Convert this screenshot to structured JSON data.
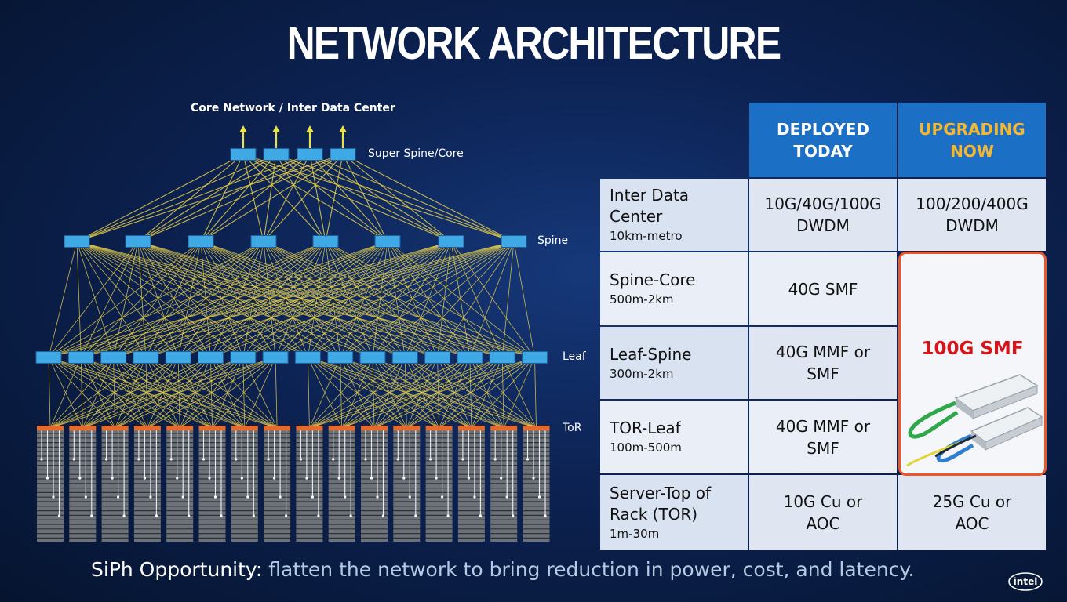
{
  "title": "NETWORK ARCHITECTURE",
  "diagram": {
    "core_label": "Core Network / Inter Data Center",
    "super_spine_label": "Super Spine/Core",
    "spine_label": "Spine",
    "leaf_label": "Leaf",
    "tor_label": "ToR",
    "colors": {
      "link": "#e7cf4a",
      "switch": "#3fa9e6",
      "tor_top": "#e56a2b",
      "arrow": "#e8e24a"
    }
  },
  "table": {
    "headers": [
      "DEPLOYED TODAY",
      "UPGRADING NOW"
    ],
    "rows": [
      {
        "name": "Inter Data Center",
        "distance": "10km-metro",
        "deployed": "10G/40G/100G DWDM",
        "upgrading": "100/200/400G DWDM"
      },
      {
        "name": "Spine-Core",
        "distance": "500m-2km",
        "deployed": "40G SMF",
        "upgrading": ""
      },
      {
        "name": "Leaf-Spine",
        "distance": "300m-2km",
        "deployed": "40G MMF or SMF",
        "upgrading": ""
      },
      {
        "name": "TOR-Leaf",
        "distance": "100m-500m",
        "deployed": "40G MMF or SMF",
        "upgrading": ""
      },
      {
        "name": "Server-Top of Rack (TOR)",
        "distance": "1m-30m",
        "deployed": "10G Cu or AOC",
        "upgrading": "25G Cu or AOC"
      }
    ],
    "highlight": {
      "text": "100G SMF",
      "color": "#d8141b",
      "border": "#e8582a"
    }
  },
  "footer": {
    "lead": "SiPh Opportunity:",
    "rest": " flatten the network to bring reduction in power, cost, and latency."
  },
  "logo": {
    "text": "intel"
  }
}
